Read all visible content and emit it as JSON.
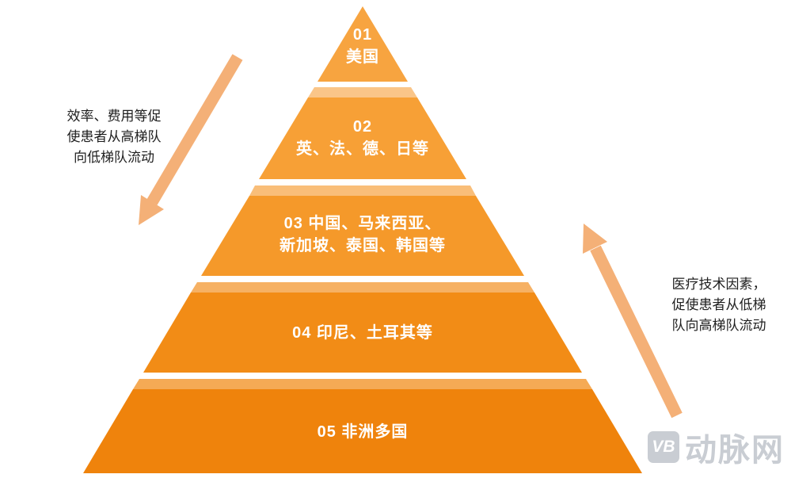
{
  "pyramid": {
    "tiers": [
      {
        "id": "01",
        "lines": [
          "01",
          "美国"
        ],
        "color": "#F7A440",
        "cap_color": ""
      },
      {
        "id": "02",
        "lines": [
          "02",
          "英、法、德、日等"
        ],
        "color": "#F7A036",
        "cap_color": "#FAC588"
      },
      {
        "id": "03",
        "lines": [
          "03 中国、马来西亚、",
          "新加坡、泰国、韩国等"
        ],
        "color": "#F5992A",
        "cap_color": "#F9BE79"
      },
      {
        "id": "04",
        "lines": [
          "04 印尼、土耳其等"
        ],
        "color": "#F28C16",
        "cap_color": "#F6B164"
      },
      {
        "id": "05",
        "lines": [
          "05 非洲多国"
        ],
        "color": "#EF830C",
        "cap_color": "#F5AA55"
      }
    ]
  },
  "annotations": {
    "left_note": {
      "lines": [
        "效率、费用等促",
        "使患者从高梯队",
        "向低梯队流动"
      ]
    },
    "right_note": {
      "lines": [
        "医疗技术因素，",
        "促使患者从低梯",
        "队向高梯队流动"
      ]
    }
  },
  "colors": {
    "arrow": "#F4B077"
  },
  "watermark": {
    "logo": "VB",
    "name": "动脉网"
  }
}
